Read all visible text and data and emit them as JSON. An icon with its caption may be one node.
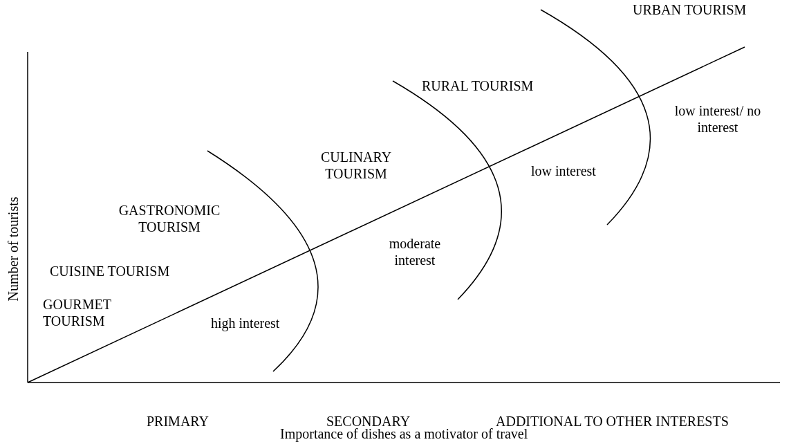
{
  "diagram": {
    "labels": [
      "URBAN TOURISM",
      "RURAL TOURISM",
      "low interest/ no interest",
      "CULINARY TOURISM",
      "low interest",
      "GASTRONOMIC TOURISM",
      "CUISINE TOURISM",
      "moderate interest",
      "GOURMET TOURISM",
      "high interest",
      "Number of tourists",
      "PRIMARY",
      "SECONDARY",
      "ADDITIONAL TO OTHER INTERESTS",
      "Importance of dishes as a motivator of travel"
    ]
  }
}
